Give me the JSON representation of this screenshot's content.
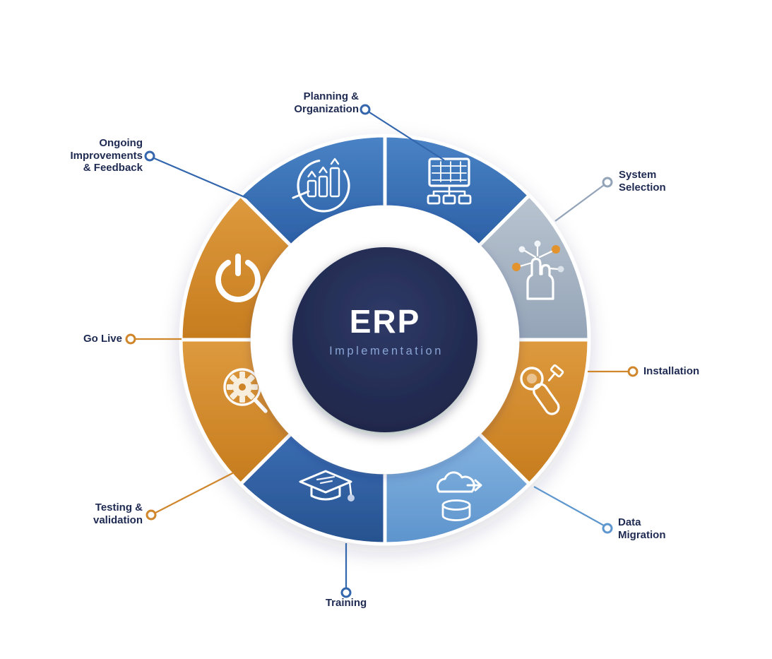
{
  "center": {
    "title": "ERP",
    "subtitle": "Implementation"
  },
  "segments": [
    {
      "name": "Planning & Organization",
      "label": "Planning &\nOrganization",
      "icon": "monitor-org-chart-icon",
      "color": "#3a74b6",
      "connector_color": "#3366ad",
      "position": "top-right"
    },
    {
      "name": "System Selection",
      "label": "System\nSelection",
      "icon": "touch-select-icon",
      "color": "#a6b2c2",
      "connector_color": "#93a3b8",
      "position": "right-upper"
    },
    {
      "name": "Installation",
      "label": "Installation",
      "icon": "drill-tool-screw-icon",
      "color": "#d0862b",
      "connector_color": "#d0862b",
      "position": "right-lower"
    },
    {
      "name": "Data Migration",
      "label": "Data\nMigration",
      "icon": "cloud-transfer-database-icon",
      "color": "#6ea6d9",
      "connector_color": "#5e96ce",
      "position": "bottom-right"
    },
    {
      "name": "Training",
      "label": "Training",
      "icon": "graduation-cap-icon",
      "color": "#2c5d9f",
      "connector_color": "#3366ad",
      "position": "bottom-left"
    },
    {
      "name": "Testing & validation",
      "label": "Testing &\nvalidation",
      "icon": "magnifier-gear-icon",
      "color": "#d0862b",
      "connector_color": "#d0862b",
      "position": "left-lower"
    },
    {
      "name": "Go Live",
      "label": "Go Live",
      "icon": "power-button-icon",
      "color": "#d0862b",
      "connector_color": "#d0862b",
      "position": "left-upper"
    },
    {
      "name": "Ongoing Improvements & Feedback",
      "label": "Ongoing\nImprovements\n& Feedback",
      "icon": "growth-bars-cycle-icon",
      "color": "#3a74b6",
      "connector_color": "#3366ad",
      "position": "top-left"
    }
  ],
  "colors": {
    "background": "#ffffff",
    "center_navy": "#232c52",
    "blue": "#3a74b6",
    "dark_blue": "#2c5d9f",
    "light_blue": "#6ea6d9",
    "gray": "#a6b2c2",
    "orange": "#d0862b",
    "label_text": "#1e2a52",
    "subtitle_text": "#8aa4d4"
  }
}
